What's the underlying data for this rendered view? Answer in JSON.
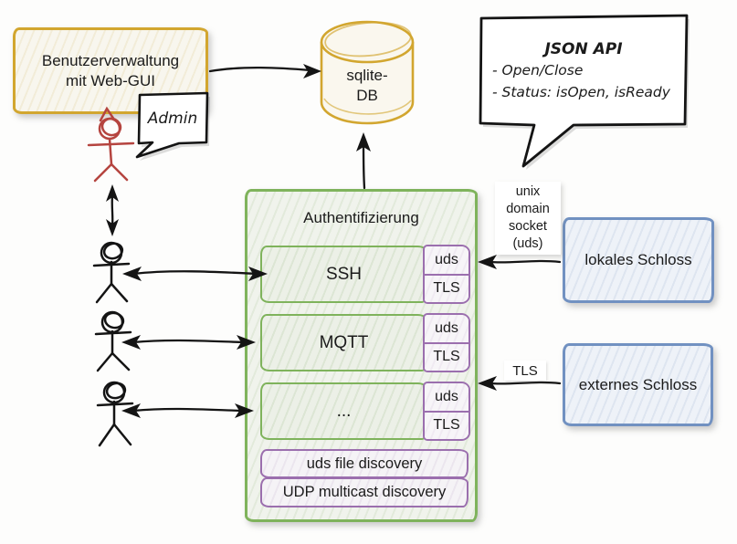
{
  "nodes": {
    "web_gui": {
      "lines": [
        "Benutzerverwaltung",
        "mit Web-GUI"
      ]
    },
    "sqlite_db": {
      "lines": [
        "sqlite-",
        "DB"
      ]
    },
    "json_api": {
      "title": "JSON API",
      "items": [
        "- Open/Close",
        "- Status: isOpen, isReady"
      ]
    },
    "admin_callout": {
      "label": "Admin"
    },
    "auth": {
      "title": "Authentifizierung",
      "protocol_rows": [
        {
          "label": "SSH",
          "tags": [
            "uds",
            "TLS"
          ]
        },
        {
          "label": "MQTT",
          "tags": [
            "uds",
            "TLS"
          ]
        },
        {
          "label": "...",
          "tags": [
            "uds",
            "TLS"
          ]
        }
      ],
      "discovery_rows": [
        "uds file discovery",
        "UDP multicast discovery"
      ]
    },
    "local_lock": {
      "label": "lokales Schloss"
    },
    "external_lock": {
      "label": "externes Schloss"
    }
  },
  "edge_labels": {
    "uds_socket_lines": [
      "unix",
      "domain",
      "socket",
      "(uds)"
    ],
    "tls": "TLS"
  },
  "colors": {
    "yellow_border": "#d2a62f",
    "green_border": "#7fb35c",
    "purple_border": "#9b6fae",
    "blue_border": "#7191c1",
    "admin_red": "#b5443f",
    "ink": "#1b1b1b"
  }
}
